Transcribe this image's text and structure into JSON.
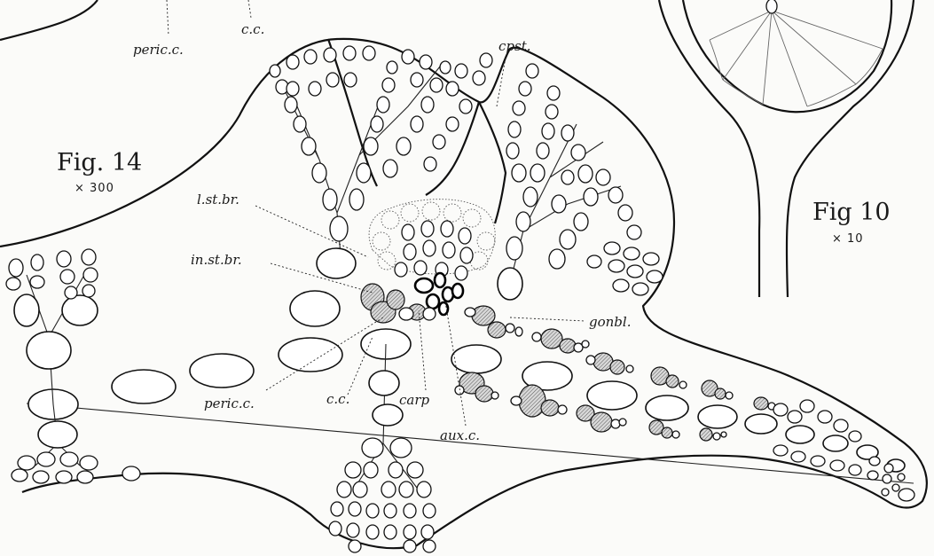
{
  "figures": {
    "fig14": {
      "label": "Fig. 14",
      "magnification": "× 300"
    },
    "fig10": {
      "label": "Fig 10",
      "magnification": "× 10"
    }
  },
  "labels": {
    "peric_c_top": "peric.c.",
    "c_c_top": "c.c.",
    "cpst": "cpst.",
    "l_st_br": "l.st.br.",
    "in_st_br": "in.st.br.",
    "gonbl": "gonbl.",
    "peric_c": "peric.c.",
    "c_c": "c.c.",
    "carp": "carp",
    "aux_c": "aux.c."
  }
}
